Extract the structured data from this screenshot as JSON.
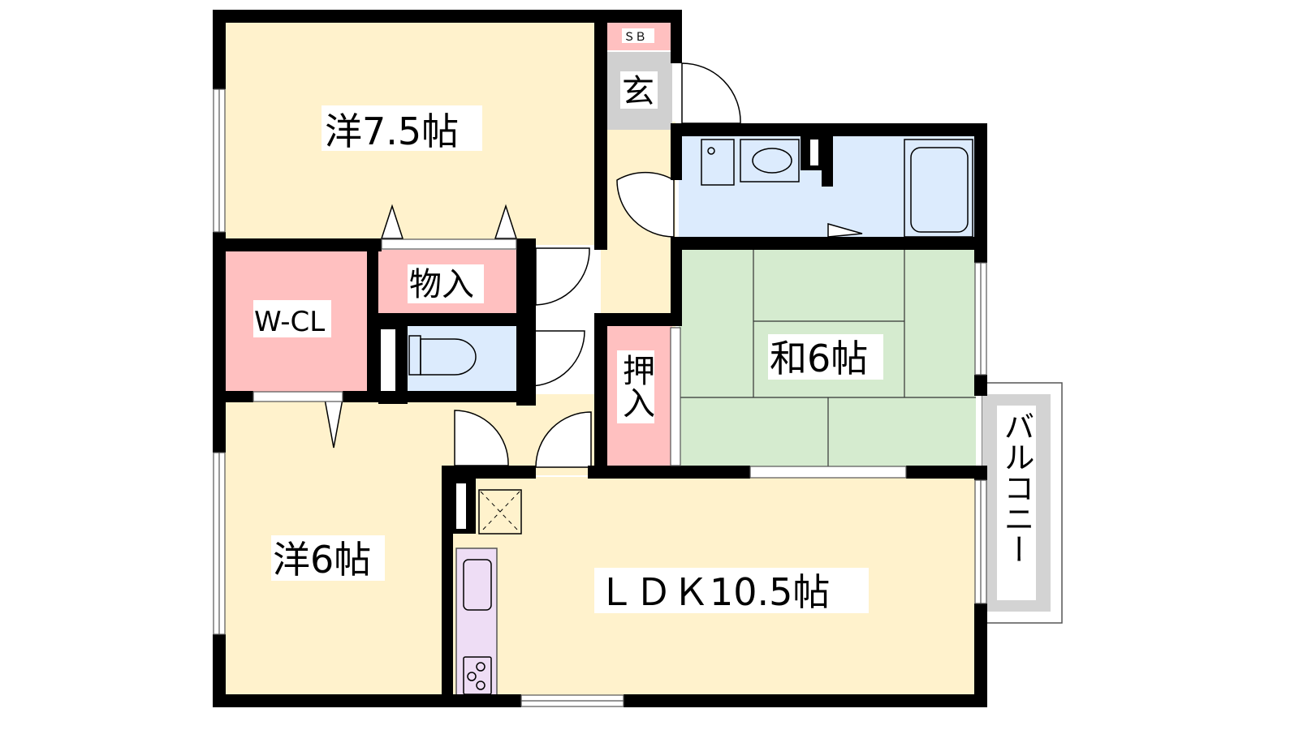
{
  "rooms": {
    "western_75": "洋7.5帖",
    "western_6": "洋6帖",
    "japanese_6": "和6帖",
    "ldk": "ＬＤＫ10.5帖",
    "walk_in_closet": "W-CL",
    "storage": "物入",
    "closet": "押入",
    "entrance": "玄",
    "shoe_box": "ＳＢ",
    "balcony": "バルコニー"
  },
  "colors": {
    "western": "#FFF2CC",
    "storage": "#FFC0C0",
    "entrance": "#D0D0D0",
    "wet_area": "#DCEBFD",
    "japanese": "#D5EBCF",
    "kitchen": "#EEDDF5",
    "balcony": "#D3D3D3"
  }
}
